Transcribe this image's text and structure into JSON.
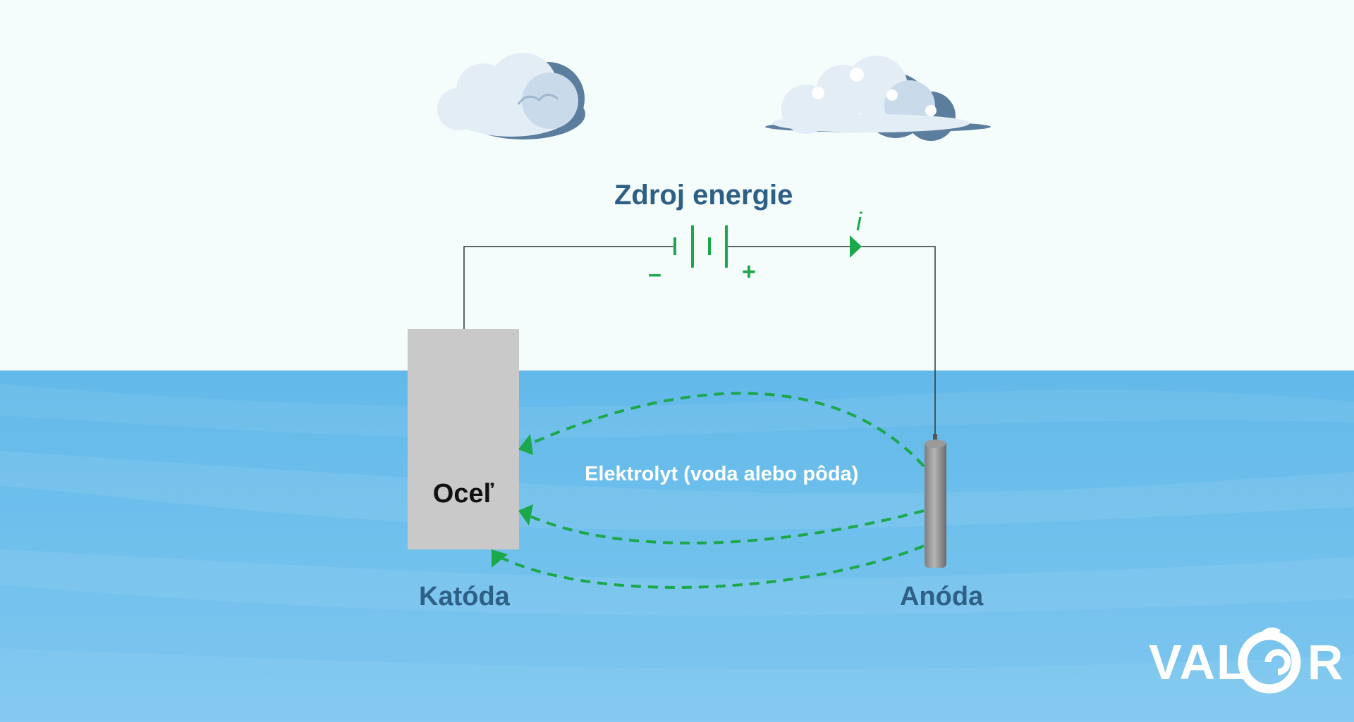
{
  "diagram": {
    "title": "Zdroj energie",
    "battery": {
      "negative_sign": "–",
      "positive_sign": "+"
    },
    "current_label": "i",
    "cathode": {
      "material": "Oceľ",
      "label": "Katóda"
    },
    "anode": {
      "label": "Anóda"
    },
    "electrolyte_label": "Elektrolyt (voda alebo pôda)",
    "logo": {
      "text_left": "VAL",
      "text_right": "R"
    }
  },
  "colors": {
    "title": "#2e6086",
    "label": "#2e6086",
    "current": "#1aa84b",
    "sky": "#f4fcfc",
    "water": "#6fc1ec",
    "steel": "#c9c9c9",
    "wire": "#333333",
    "logo": "#ffffff"
  },
  "icons": [
    "cloud-icon",
    "battery-icon",
    "arrow-icon",
    "anode-rod-icon",
    "logo-icon"
  ]
}
